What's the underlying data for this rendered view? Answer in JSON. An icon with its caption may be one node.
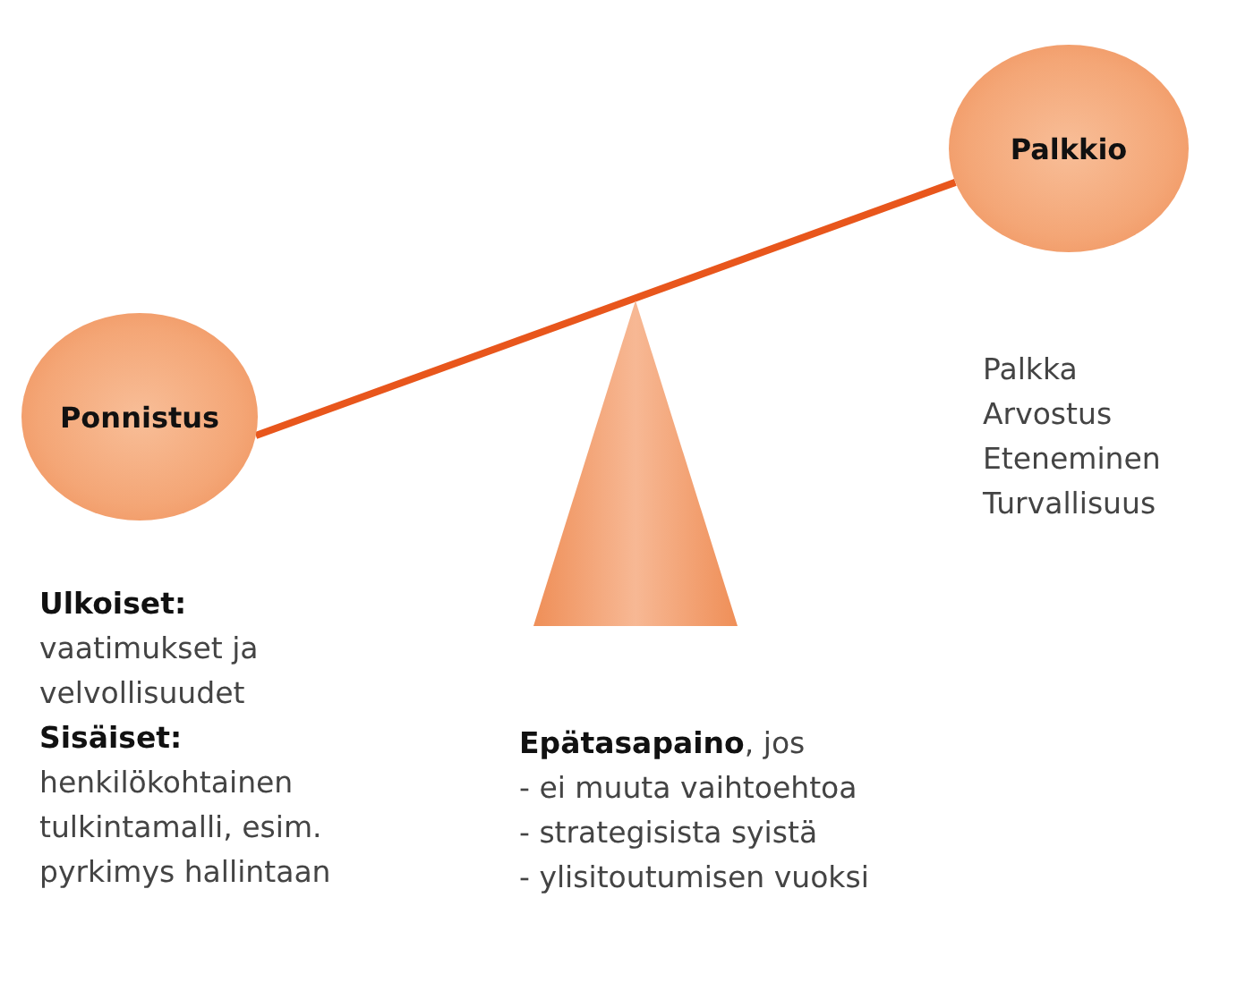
{
  "diagram": {
    "nodes": [
      {
        "text": [
          "Ponnistus"
        ],
        "beside": [
          "Ulkoiset:",
          "vaatimukset ja velvollisuudet",
          "Sisäiset:",
          "henkilökohtainen tulkintamalli, esim. pyrkimys hallintaan"
        ]
      },
      {
        "text": [
          "Palkkio"
        ],
        "beside": [
          "Palkka",
          "Arvostus",
          "Eteneminen",
          "Turvallisuus"
        ]
      },
      {
        "text": [],
        "shape": "triangle",
        "beside": [
          "**Epätasapaino**, jos",
          "- ei muuta vaihtoehtoa",
          "- strategisista syistä",
          "- ylisitoutumisen vuoksi"
        ]
      }
    ],
    "edges": [
      {
        "from": 0,
        "to": 1,
        "arrow": "none"
      }
    ]
  }
}
